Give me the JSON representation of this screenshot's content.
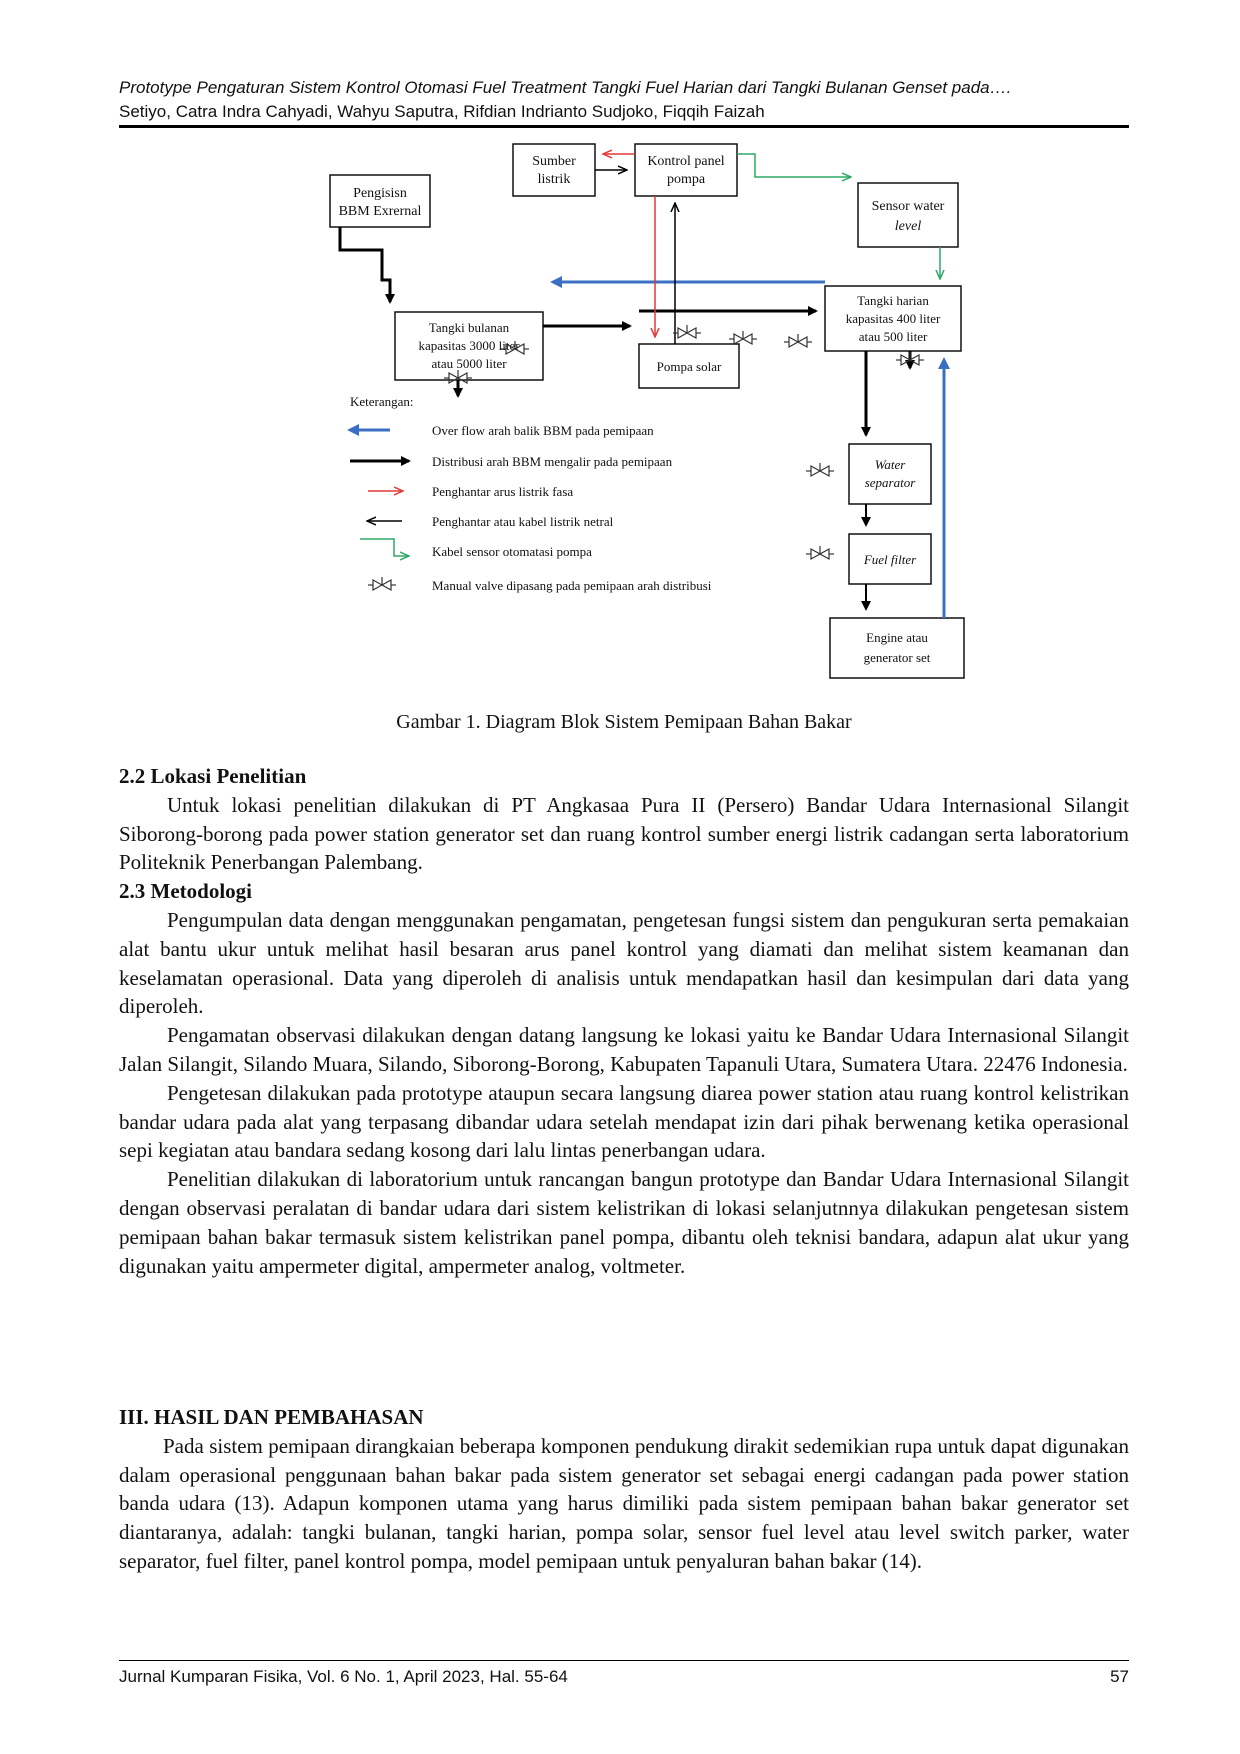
{
  "header": {
    "title": "Prototype Pengaturan Sistem Kontrol Otomasi Fuel Treatment Tangki Fuel Harian dari Tangki Bulanan Genset pada….",
    "authors": "Setiyo, Catra Indra Cahyadi, Wahyu Saputra, Rifdian Indrianto Sudjoko, Fiqqih Faizah"
  },
  "figure": {
    "caption": "Gambar  1.  Diagram Blok Sistem Pemipaan Bahan Bakar",
    "boxes": {
      "sumber1": "Sumber",
      "sumber2": "listrik",
      "kontrol1": "Kontrol panel",
      "kontrol2": "pompa",
      "pengisian1": "Pengisisn",
      "pengisian2": "BBM Exrernal",
      "sensor1": "Sensor water",
      "sensor2": "level",
      "bulanan1": "Tangki bulanan",
      "bulanan2": "kapasitas 3000 liter",
      "bulanan3": "atau 5000 liter",
      "harian1": "Tangki harian",
      "harian2": "kapasitas 400 liter",
      "harian3": "atau 500 liter",
      "pompa": "Pompa solar",
      "water1": "Water",
      "water2": "separator",
      "filter": "Fuel filter",
      "engine1": "Engine atau",
      "engine2": "generator set"
    },
    "legend": {
      "title": "Keterangan:",
      "items": [
        "Over flow arah balik BBM pada pemipaan",
        "Distribusi arah BBM mengalir pada pemipaan",
        "Penghantar arus listrik fasa",
        "Penghantar atau kabel listrik netral",
        "Kabel sensor otomatasi pompa",
        "Manual valve dipasang pada pemipaan arah distribusi"
      ]
    },
    "colors": {
      "overflow": "#3a6fc4",
      "distribution": "#000000",
      "phase": "#e03a3a",
      "neutral": "#000000",
      "sensor": "#2ea866"
    }
  },
  "sec22": {
    "heading": "2.2  Lokasi Penelitian",
    "p1": "Untuk lokasi penelitian dilakukan di PT Angkasaa Pura II (Persero) Bandar Udara Internasional Silangit Siborong-borong pada power station generator set dan ruang kontrol sumber energi listrik cadangan serta laboratorium Politeknik Penerbangan Palembang."
  },
  "sec23": {
    "heading": "2.3  Metodologi",
    "p1": "Pengumpulan data dengan menggunakan pengamatan, pengetesan fungsi sistem dan pengukuran serta pemakaian alat bantu ukur untuk melihat hasil besaran arus panel kontrol yang diamati dan melihat sistem keamanan dan keselamatan operasional. Data yang diperoleh di analisis untuk mendapatkan hasil dan kesimpulan dari data yang diperoleh.",
    "p2": "Pengamatan observasi dilakukan dengan datang langsung ke lokasi yaitu ke Bandar Udara Internasional Silangit Jalan Silangit, Silando Muara, Silando, Siborong-Borong, Kabupaten Tapanuli Utara, Sumatera Utara. 22476 Indonesia.",
    "p3": "Pengetesan dilakukan pada prototype ataupun secara langsung diarea power station atau ruang kontrol kelistrikan bandar udara pada alat yang terpasang dibandar udara setelah mendapat izin dari pihak berwenang ketika operasional sepi kegiatan atau bandara sedang kosong dari lalu lintas penerbangan udara.",
    "p4": "Penelitian dilakukan di laboratorium untuk rancangan bangun prototype dan Bandar Udara Internasional Silangit dengan observasi peralatan di bandar udara dari sistem kelistrikan di lokasi selanjutnnya dilakukan pengetesan sistem pemipaan bahan bakar termasuk sistem kelistrikan panel pompa, dibantu oleh teknisi bandara, adapun alat ukur yang digunakan yaitu ampermeter digital, ampermeter analog, voltmeter."
  },
  "sec3": {
    "heading": "III.  HASIL  DAN PEMBAHASAN",
    "p1": "Pada sistem pemipaan dirangkaian beberapa komponen pendukung dirakit sedemikian rupa untuk dapat digunakan dalam operasional penggunaan bahan bakar pada sistem generator set sebagai energi cadangan pada power station banda udara (13). Adapun komponen utama yang harus dimiliki pada sistem pemipaan bahan bakar generator set diantaranya, adalah: tangki bulanan, tangki harian, pompa solar, sensor fuel level atau level switch parker, water separator, fuel filter, panel kontrol pompa, model pemipaan untuk penyaluran bahan bakar (14)."
  },
  "footer": {
    "journal": "Jurnal Kumparan Fisika, Vol. 6 No. 1, April 2023, Hal. 55-64",
    "page": "57"
  }
}
